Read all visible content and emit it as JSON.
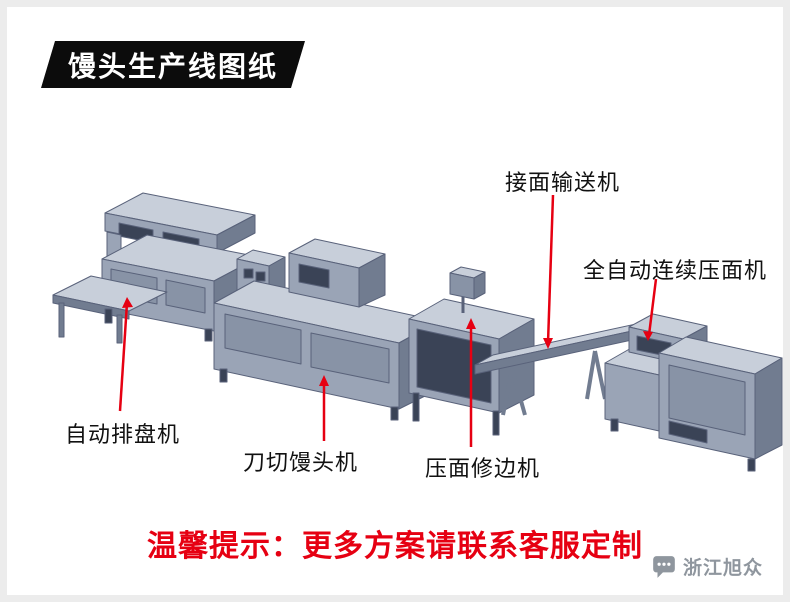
{
  "badge": {
    "title": "馒头生产线图纸"
  },
  "machine_labels": {
    "dough_conveyor": "接面输送机",
    "auto_press": "全自动连续压面机",
    "tray_arranger": "自动排盘机",
    "knife_cutter": "刀切馒头机",
    "edge_trimmer": "压面修边机"
  },
  "footer": {
    "tip": "温馨提示：更多方案请联系客服定制"
  },
  "watermark": {
    "brand": "浙江旭众"
  },
  "colors": {
    "accent_red": "#e60012",
    "badge_bg": "#0c0c0c",
    "machine_top": "#c8cfda",
    "machine_front": "#9aa4b6",
    "machine_side": "#717c90",
    "machine_inset": "#8893a6",
    "machine_dark": "#3a4356",
    "watermark_gray": "#8f969e"
  }
}
